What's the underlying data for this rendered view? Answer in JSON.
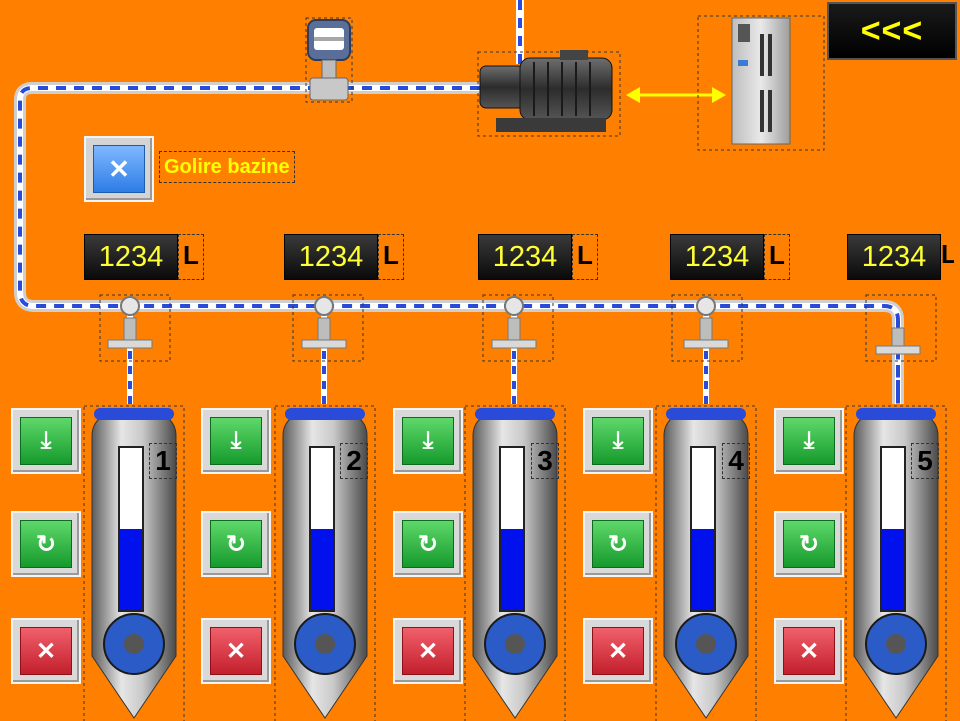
{
  "header": {
    "back_label": "<<<"
  },
  "drain": {
    "icon": "close-icon",
    "label": "Golire bazine"
  },
  "colors": {
    "background": "#ff8000",
    "pipe_stripe": "#2a4bd7",
    "pipe_white": "#ffffff",
    "level_fill": "#0011ee",
    "readout_text": "#ffff33",
    "label_text": "#ffff00"
  },
  "tanks": [
    {
      "number": "1",
      "volume": "1234",
      "unit": "L",
      "level": 0.5
    },
    {
      "number": "2",
      "volume": "1234",
      "unit": "L",
      "level": 0.5
    },
    {
      "number": "3",
      "volume": "1234",
      "unit": "L",
      "level": 0.5
    },
    {
      "number": "4",
      "volume": "1234",
      "unit": "L",
      "level": 0.5
    },
    {
      "number": "5",
      "volume": "1234",
      "unit": "L",
      "level": 0.5
    }
  ],
  "tank_controls": {
    "fill_icon": "download-icon",
    "recirc_icon": "refresh-icon",
    "stop_icon": "close-icon"
  }
}
